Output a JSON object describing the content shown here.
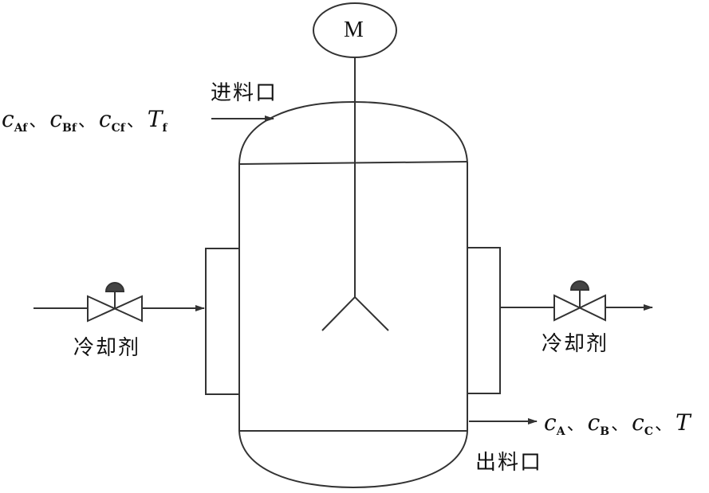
{
  "motor": {
    "label": "M"
  },
  "inlet": {
    "label": "进料口",
    "vars": [
      {
        "var": "c",
        "sub": "Af",
        "sep": "、"
      },
      {
        "var": "c",
        "sub": "Bf",
        "sep": "、"
      },
      {
        "var": "c",
        "sub": "Cf",
        "sep": "、"
      },
      {
        "var": "T",
        "sub": "f",
        "sep": ""
      }
    ]
  },
  "outlet": {
    "label": "出料口",
    "vars": [
      {
        "var": "c",
        "sub": "A",
        "sep": "、"
      },
      {
        "var": "c",
        "sub": "B",
        "sep": "、"
      },
      {
        "var": "c",
        "sub": "C",
        "sep": "、"
      },
      {
        "var": "T",
        "sub": "",
        "sep": ""
      }
    ]
  },
  "coolant_in": {
    "label": "冷却剂"
  },
  "coolant_out": {
    "label": "冷却剂"
  },
  "colors": {
    "stroke": "#333333",
    "text": "#111111"
  }
}
